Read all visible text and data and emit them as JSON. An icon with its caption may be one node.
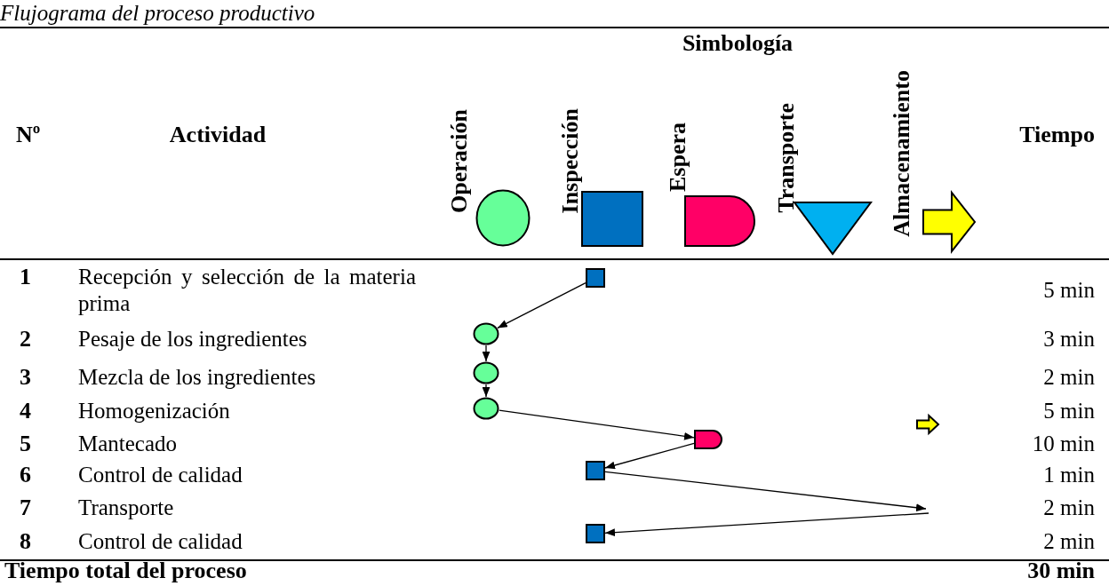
{
  "diagram": {
    "title": "Flujograma del proceso productivo",
    "nodes": [
      {
        "text": [
          "Operación"
        ]
      },
      {
        "text": [
          "Inspección"
        ]
      },
      {
        "text": [
          "Espera"
        ]
      },
      {
        "text": [
          "Transporte"
        ]
      },
      {
        "text": [
          "Almacenamiento"
        ]
      },
      {
        "text": [],
        "shape": "box"
      },
      {
        "text": [],
        "shape": "circle"
      },
      {
        "text": [],
        "shape": "circle"
      },
      {
        "text": [],
        "shape": "circle"
      },
      {
        "text": [],
        "shape": "arrow"
      },
      {
        "text": [],
        "shape": "semicircle"
      },
      {
        "text": [],
        "shape": "box"
      },
      {
        "text": [],
        "shape": "box"
      }
    ],
    "edges": [
      {
        "from": 5,
        "to": 6,
        "arrow": "to"
      },
      {
        "from": 6,
        "to": 7,
        "arrow": "to"
      },
      {
        "from": 7,
        "to": 8,
        "arrow": "to"
      },
      {
        "from": 8,
        "to": 10,
        "arrow": "to"
      },
      {
        "from": 10,
        "to": 11,
        "arrow": "to"
      },
      {
        "from": 11,
        "to": null,
        "arrow": "to"
      },
      {
        "from": null,
        "to": 12,
        "arrow": "to"
      }
    ],
    "labels": [
      "Simbología",
      "Nº",
      "Actividad",
      "Tiempo",
      "1",
      "Recepción y selección de la materia prima",
      "5 min",
      "2",
      "Pesaje de los ingredientes",
      "3 min",
      "3",
      "Mezcla de los ingredientes",
      "2 min",
      "4",
      "Homogenización",
      "5 min",
      "5",
      "Mantecado",
      "10 min",
      "6",
      "Control de calidad",
      "1 min",
      "7",
      "Transporte",
      "2 min",
      "8",
      "Control de calidad",
      "2 min",
      "Tiempo total del proceso",
      "30 min"
    ]
  }
}
